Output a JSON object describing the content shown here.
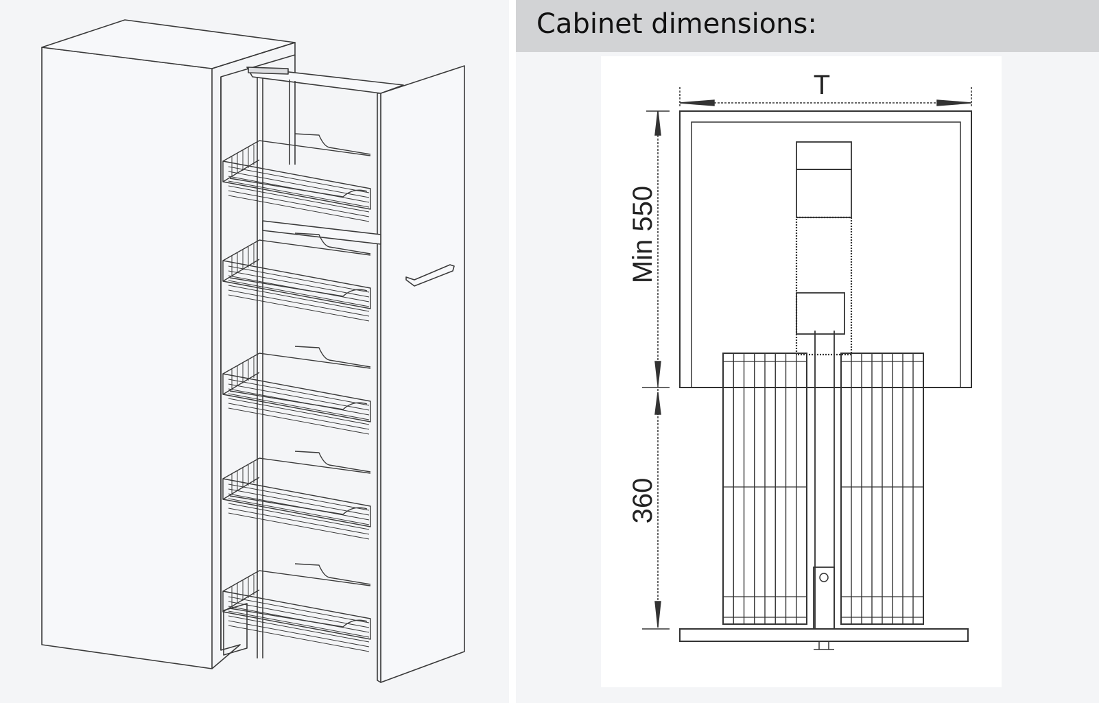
{
  "heading": {
    "title": "Cabinet dimensions:"
  },
  "dimensions": {
    "width_label": "T",
    "depth_min_label": "Min 550",
    "extension_label": "360"
  },
  "illustration": {
    "basket_count": 5
  },
  "colors": {
    "background": "#f4f5f7",
    "title_bar": "#d2d3d5",
    "line": "#3a3a3a",
    "card": "#ffffff"
  }
}
